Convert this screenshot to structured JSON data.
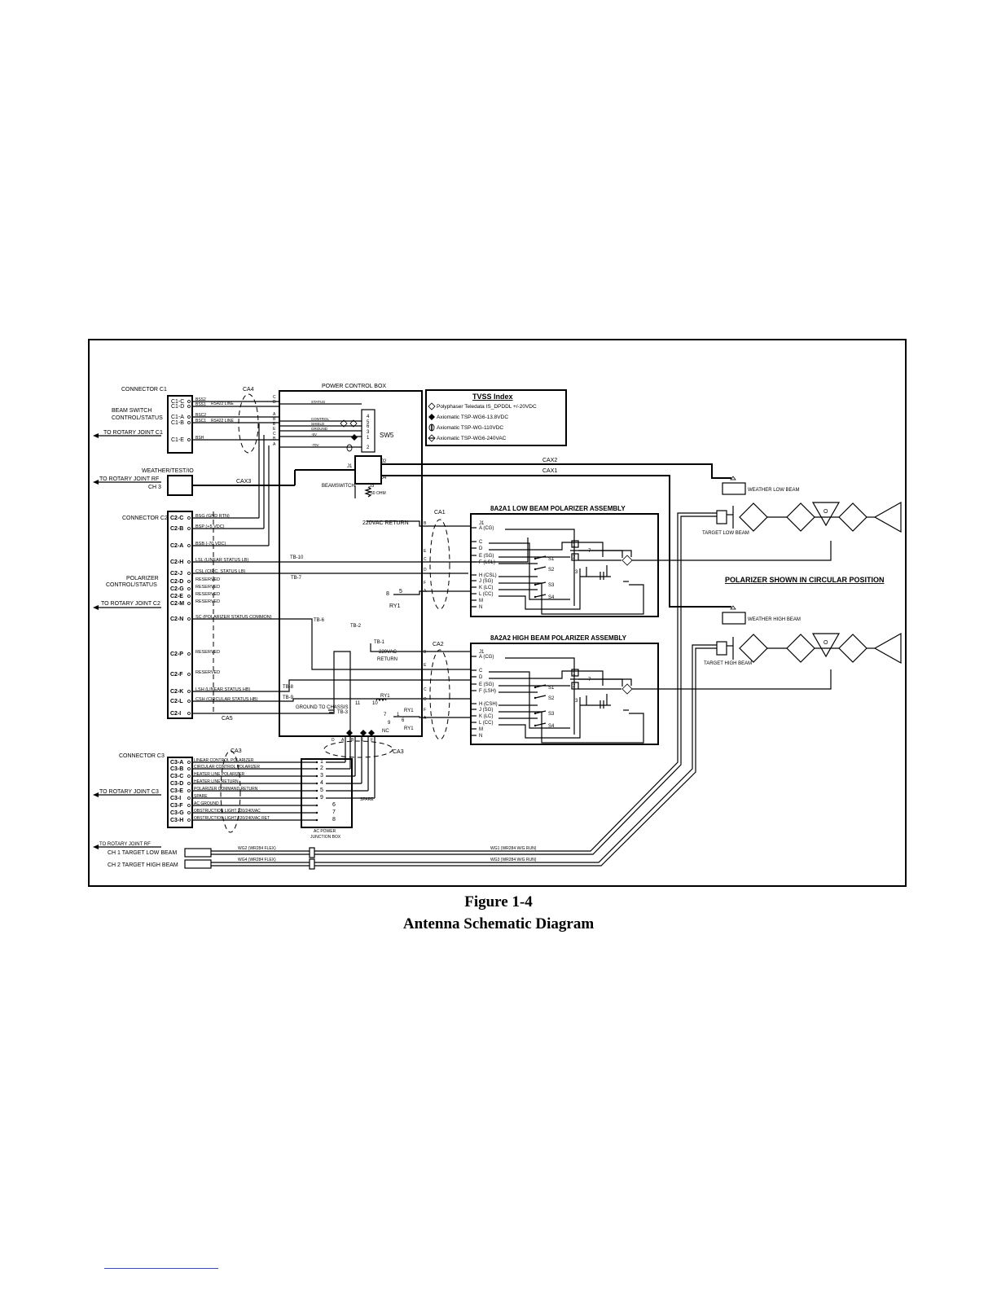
{
  "figure": {
    "number": "Figure 1-4",
    "title": "Antenna Schematic Diagram"
  },
  "tvss": {
    "title": "TVSS Index",
    "items": [
      "Polyphaser Teledata IS_DPDDL +/-20VDC",
      "Axiomatic TSP-WG6-13.8VDC",
      "Axiomatic TSP-WG-110VDC",
      "Axiomatic TSP-WG6-240VAC"
    ]
  },
  "connector_c1": {
    "title": "CONNECTOR C1",
    "label": "BEAM SWITCH CONTROL/STATUS",
    "to": "TO ROTARY JOINT C1",
    "pins": [
      "C1-C",
      "C1-D",
      "C1-A",
      "C1-B",
      "C1-E"
    ],
    "signals": [
      "BSS2",
      "BSS1",
      "BSC2",
      "BSC1",
      "BSH"
    ],
    "rs422": [
      "RS422 LINE",
      "RS422 LINE"
    ]
  },
  "weather": {
    "title": "WEATHER/TEST/IO",
    "to": "TO ROTARY JOINT RF",
    "ch": "CH 3",
    "cable": "CAX3"
  },
  "connector_c2": {
    "title": "CONNECTOR C2",
    "label": "POLARIZER CONTROL/STATUS",
    "to": "TO ROTARY JOINT C2",
    "pins": [
      "C2-C",
      "C2-B",
      "C2-A",
      "C2-H",
      "C2-J",
      "C2-D",
      "C2-G",
      "C2-E",
      "C2-M",
      "C2-N",
      "C2-P",
      "C2-F",
      "C2-K",
      "C2-L",
      "C2-I"
    ],
    "signals": [
      "BSG (GND RTN)",
      "BSP (+5 VDC)",
      "BSB (-70 VDC)",
      "LSL (LINEAR STATUS LB)",
      "CSL (CIRC. STATUS LB)",
      "RESERVED",
      "RESERVED",
      "RESERVED",
      "RESERVED",
      "SC (POLARIZER STATUS COMMON)",
      "RESERVED",
      "RESERVED",
      "LSH (LINEAR STATUS HB)",
      "CSH (CIRCULAR STATUS HB)"
    ],
    "cable": "CA5"
  },
  "connector_c3": {
    "title": "CONNECTOR C3",
    "to": "TO ROTARY JOINT C3",
    "pins": [
      "C3-A",
      "C3-B",
      "C3-C",
      "C3-D",
      "C3-E",
      "C3-I",
      "C3-F",
      "C3-G",
      "C3-H"
    ],
    "signals": [
      "LINEAR CONTROL POLARIZER",
      "CIRCULAR CONTROL POLARIZER",
      "HEATER LINE POLARIZER",
      "HEATER LINE RETURN",
      "POLARIZER COMMAND RETURN",
      "SPARE",
      "AC GROUND",
      "OBSTRUCTION LIGHT 220/240VAC",
      "OBSTRUCTION LIGHT 220/240VAC RET"
    ],
    "terminals": [
      "1",
      "2",
      "3",
      "4",
      "5",
      "9",
      "6",
      "7",
      "8"
    ],
    "cable": "CA3"
  },
  "power_box": {
    "title": "POWER CONTROL BOX",
    "switch": "SW5",
    "beamswitch": "BEAMSWITCH",
    "load": "50 OHM",
    "return_220": "220VAC RETURN",
    "vac_220": "220VAC",
    "vac_return": "RETURN",
    "ground": "GROUND TO CHASSIS",
    "relay": "RY1",
    "sw_lines": [
      "STATUS",
      "CONTROL",
      "SHIELD",
      "GROUND",
      "-5V",
      "-70V"
    ],
    "sw_pins": [
      "4",
      "5",
      "6",
      "3",
      "1",
      "2"
    ],
    "tb": [
      "TB-10",
      "TB-7",
      "TB-6",
      "TB-2",
      "TB-1",
      "TB-8",
      "TB-9",
      "TB-3"
    ],
    "j": [
      "J1",
      "J2",
      "J3",
      "J4"
    ]
  },
  "cables": {
    "ca4": "CA4",
    "ca1": "CA1",
    "ca2": "CA2",
    "ca3": "CA3",
    "cax1": "CAX1",
    "cax2": "CAX2"
  },
  "low_beam": {
    "title": "8A2A1   LOW BEAM POLARIZER ASSEMBLY",
    "pins": [
      "J1",
      "A  (CG)",
      "C",
      "D",
      "E  (SG)",
      "F  (LSL)",
      "H  (CSL)",
      "J  (SG)",
      "K  (LC)",
      "L  (CC)",
      "M",
      "N"
    ],
    "switches": [
      "S1",
      "S2",
      "S3",
      "S4"
    ],
    "weather": "WEATHER LOW BEAM",
    "target": "TARGET LOW BEAM"
  },
  "high_beam": {
    "title": "8A2A2   HIGH BEAM POLARIZER ASSEMBLY",
    "pins": [
      "J1",
      "A  (CG)",
      "C",
      "D",
      "E  (SG)",
      "F  (LSH)",
      "H  (CSH)",
      "J  (SG)",
      "K  (LC)",
      "L  (CC)",
      "M",
      "N"
    ],
    "switches": [
      "S1",
      "S2",
      "S3",
      "S4"
    ],
    "weather": "WEATHER HIGH BEAM",
    "target": "TARGET HIGH BEAM"
  },
  "polarizer_note": "POLARIZER SHOWN IN CIRCULAR POSITION",
  "ac_box": {
    "title": "AC POWER JUNCTION BOX",
    "spare": "SPARE"
  },
  "rf": {
    "to": "TO ROTARY JOINT RF",
    "ch1": "CH 1  TARGET LOW BEAM",
    "ch2": "CH 2  TARGET HIGH BEAM",
    "wg2": "WG2  (WR284 FLEX)",
    "wg4": "WG4  (WR284 FLEX)",
    "wg1": "WG1  (WR284 W/G RUN)",
    "wg3": "WG3  (WR284 W/G RUN)"
  }
}
